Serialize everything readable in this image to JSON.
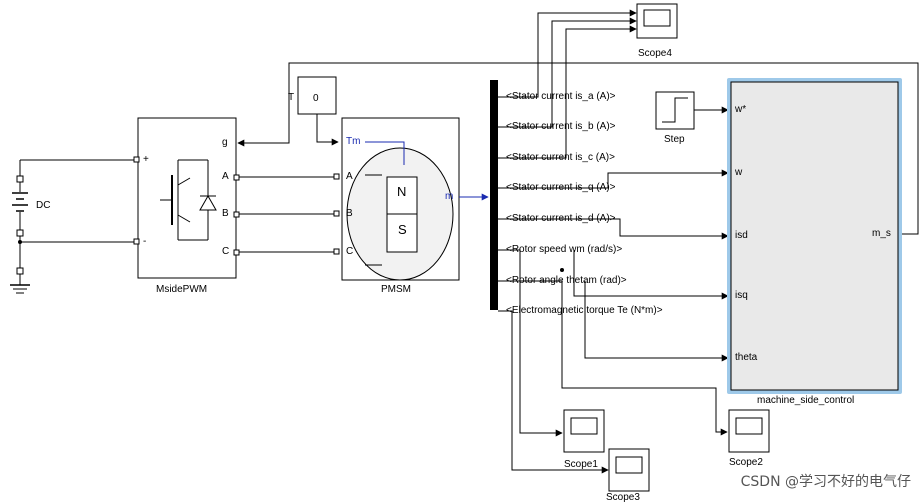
{
  "blocks": {
    "dc": {
      "label": "DC"
    },
    "const_block": {
      "value": "0"
    },
    "inverter": {
      "label": "MsidePWM",
      "ports": {
        "plus": "+",
        "minus": "-",
        "g": "g",
        "a": "A",
        "b": "B",
        "c": "C"
      }
    },
    "pmsm": {
      "label": "PMSM",
      "ports": {
        "tm": "Tm",
        "m": "m",
        "a": "A",
        "b": "B",
        "c": "C"
      },
      "poles": {
        "n": "N",
        "s": "S"
      }
    },
    "step": {
      "label": "Step"
    },
    "controller": {
      "label": "machine_side_control",
      "inputs": [
        "w*",
        "w",
        "isd",
        "isq",
        "theta"
      ],
      "output": "m_s"
    },
    "scope4": {
      "label": "Scope4"
    },
    "scope1": {
      "label": "Scope1"
    },
    "scope2": {
      "label": "Scope2"
    },
    "scope3": {
      "label": "Scope3"
    }
  },
  "bus_signals": [
    "<Stator current is_a (A)>",
    "<Stator current is_b (A)>",
    "<Stator current is_c (A)>",
    "<Stator current is_q (A)>",
    "<Stator current is_d (A)>",
    "<Rotor speed wm (rad/s)>",
    "<Rotor angle thetam (rad)>",
    "<Electromagnetic torque Te (N*m)>"
  ],
  "goto_label": "T",
  "watermark": "CSDN @学习不好的电气仔"
}
